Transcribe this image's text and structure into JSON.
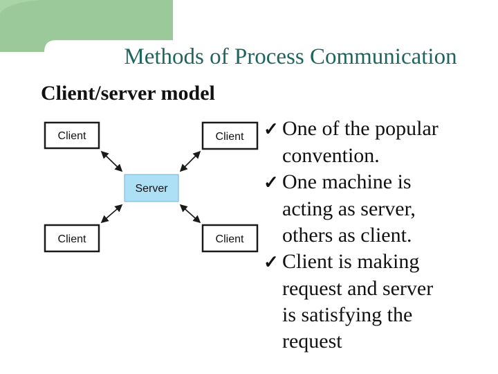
{
  "slide": {
    "title": "Methods of Process Communication",
    "subtitle": "Client/server model"
  },
  "colors": {
    "green_block": "#9cc999",
    "green_block_light": "#a9d4a7",
    "title_text": "#1f655f",
    "body_text": "#111111",
    "client_box_fill": "#ffffff",
    "client_box_border": "#1a1a1a",
    "server_box_fill": "#aee0f5",
    "server_box_border": "#74b3d4",
    "arrow_color": "#1a1a1a"
  },
  "diagram": {
    "nodes": [
      {
        "id": "client-top-left",
        "label": "Client"
      },
      {
        "id": "client-top-right",
        "label": "Client"
      },
      {
        "id": "server",
        "label": "Server"
      },
      {
        "id": "client-bottom-left",
        "label": "Client"
      },
      {
        "id": "client-bottom-right",
        "label": "Client"
      }
    ],
    "edges": [
      "client-top-left <-> server",
      "client-top-right <-> server",
      "client-bottom-left <-> server",
      "client-bottom-right <-> server"
    ]
  },
  "bullets": {
    "marker": "✓",
    "items": [
      {
        "lines": [
          "One of the popular",
          "convention."
        ]
      },
      {
        "lines": [
          "One machine is",
          "acting as server,",
          "others as client."
        ]
      },
      {
        "lines": [
          "Client is making",
          "request and server",
          "is satisfying the",
          "request"
        ]
      }
    ]
  }
}
